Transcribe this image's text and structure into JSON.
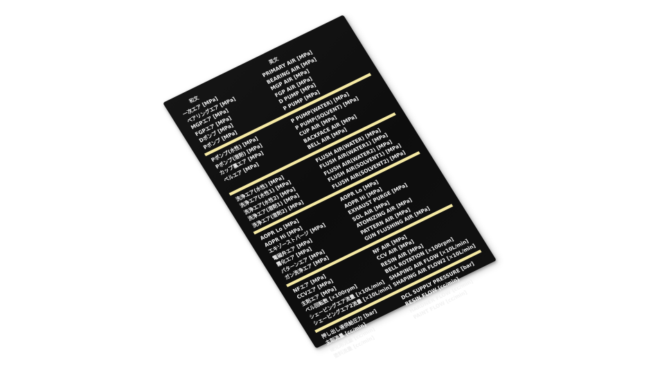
{
  "panel": {
    "header_jp": "和文",
    "header_en": "英文",
    "groups": [
      {
        "rows": [
          {
            "jp": "一次エア [MPa]",
            "en": "PRIMARY AIR [MPa]"
          },
          {
            "jp": "ベアリングエア [MPa]",
            "en": "BEARING AIR [MPa]"
          },
          {
            "jp": "MGPエア [MPa]",
            "en": "MGP AIR [MPa]"
          },
          {
            "jp": "FGPエア [MPa]",
            "en": "FGP AIR [MPa]"
          },
          {
            "jp": "Dポンプ [MPa]",
            "en": "D PUMP [MPa]"
          },
          {
            "jp": "Pポンプ [MPa]",
            "en": "P PUMP [MPa]"
          }
        ]
      },
      {
        "rows": [
          {
            "jp": "Pポンプ(水性) [MPa]",
            "en": "P PUMP(WATER) [MPa]"
          },
          {
            "jp": "Pポンプ(溶剤) [MPa]",
            "en": "P PUMP(SOLVENT) [MPa]"
          },
          {
            "jp": "カップ裏エア [MPa]",
            "en": "CUP AIR [MPa]"
          },
          {
            "jp": "ベルエア [MPa]",
            "en": "BACKFACE AIR [MPa]"
          },
          {
            "jp": "",
            "en": "BELL AIR [MPa]"
          }
        ]
      },
      {
        "rows": [
          {
            "jp": "洗浄エア(水性) [MPa]",
            "en": "FLUSH AIR(WATER) [MPa]"
          },
          {
            "jp": "洗浄エア(水性1) [MPa]",
            "en": "FLUSH AIR(WATER1) [MPa]"
          },
          {
            "jp": "洗浄エア(水性2) [MPa]",
            "en": "FLUSH AIR(WATER2) [MPa]"
          },
          {
            "jp": "洗浄エア(溶剤1) [MPa]",
            "en": "FLUSH AIR(SOLVENT1) [MPa]"
          },
          {
            "jp": "洗浄エア(溶剤2) [MPa]",
            "en": "FLUSH AIR(SOLVENT2) [MPa]"
          }
        ]
      },
      {
        "rows": [
          {
            "jp": "AOPR Lo [MPa]",
            "en": "AOPR Lo [MPa]"
          },
          {
            "jp": "AOPR Hi [MPa]",
            "en": "AOPR Hi [MPa]"
          },
          {
            "jp": "エキゾーストパージ [MPa]",
            "en": "EXHAUST PURGE [MPa]"
          },
          {
            "jp": "電磁弁エア [MPa]",
            "en": "SOL AIR [MPa]"
          },
          {
            "jp": "霧化エア [MPa]",
            "en": "ATOMIZING AIR [MPa]"
          },
          {
            "jp": "パターンエア [MPa]",
            "en": "PATTERN AIR [MPa]"
          },
          {
            "jp": "ガン洗浄エア [MPa]",
            "en": "GUN FLUSHING AIR [MPa]"
          }
        ]
      },
      {
        "rows": [
          {
            "jp": "NFエア [MPa]",
            "en": "NF AIR [MPa]"
          },
          {
            "jp": "CCVエア [MPa]",
            "en": "CCV AIR [MPa]"
          },
          {
            "jp": "主剤エア [MPa]",
            "en": "RESIN AIR [MPa]"
          },
          {
            "jp": "ベル回転数 [×100rpm]",
            "en": "BELL ROTATION [×100rpm]"
          },
          {
            "jp": "シェーピングエア流量 [×10L/min]",
            "en": "SHAPING AIR FLOW [×10L/min]"
          },
          {
            "jp": "シェーピングエア2流量 [×10L/min]",
            "en": "SHAPING AIR FLOW2 [×10L/min]"
          }
        ]
      },
      {
        "rows": [
          {
            "jp": "押し出し液供給圧力 [bar]",
            "en": "DCL SUPPLY PRESSURE [bar]"
          },
          {
            "jp": "主剤流量 [cc/min]",
            "en": "RESIN FLOW [cc/min]"
          },
          {
            "jp": "硬化剤流量 [cc/min]",
            "en": "HARDNER FLOW [cc/min]"
          },
          {
            "jp": "塗料流量 [cc/min]",
            "en": "PAINT FLOW [cc/min]"
          }
        ]
      }
    ],
    "colors": {
      "background": "#ffffff",
      "panel": "#111111",
      "text": "#f2f2f2",
      "band": "#f5e9a3"
    }
  }
}
